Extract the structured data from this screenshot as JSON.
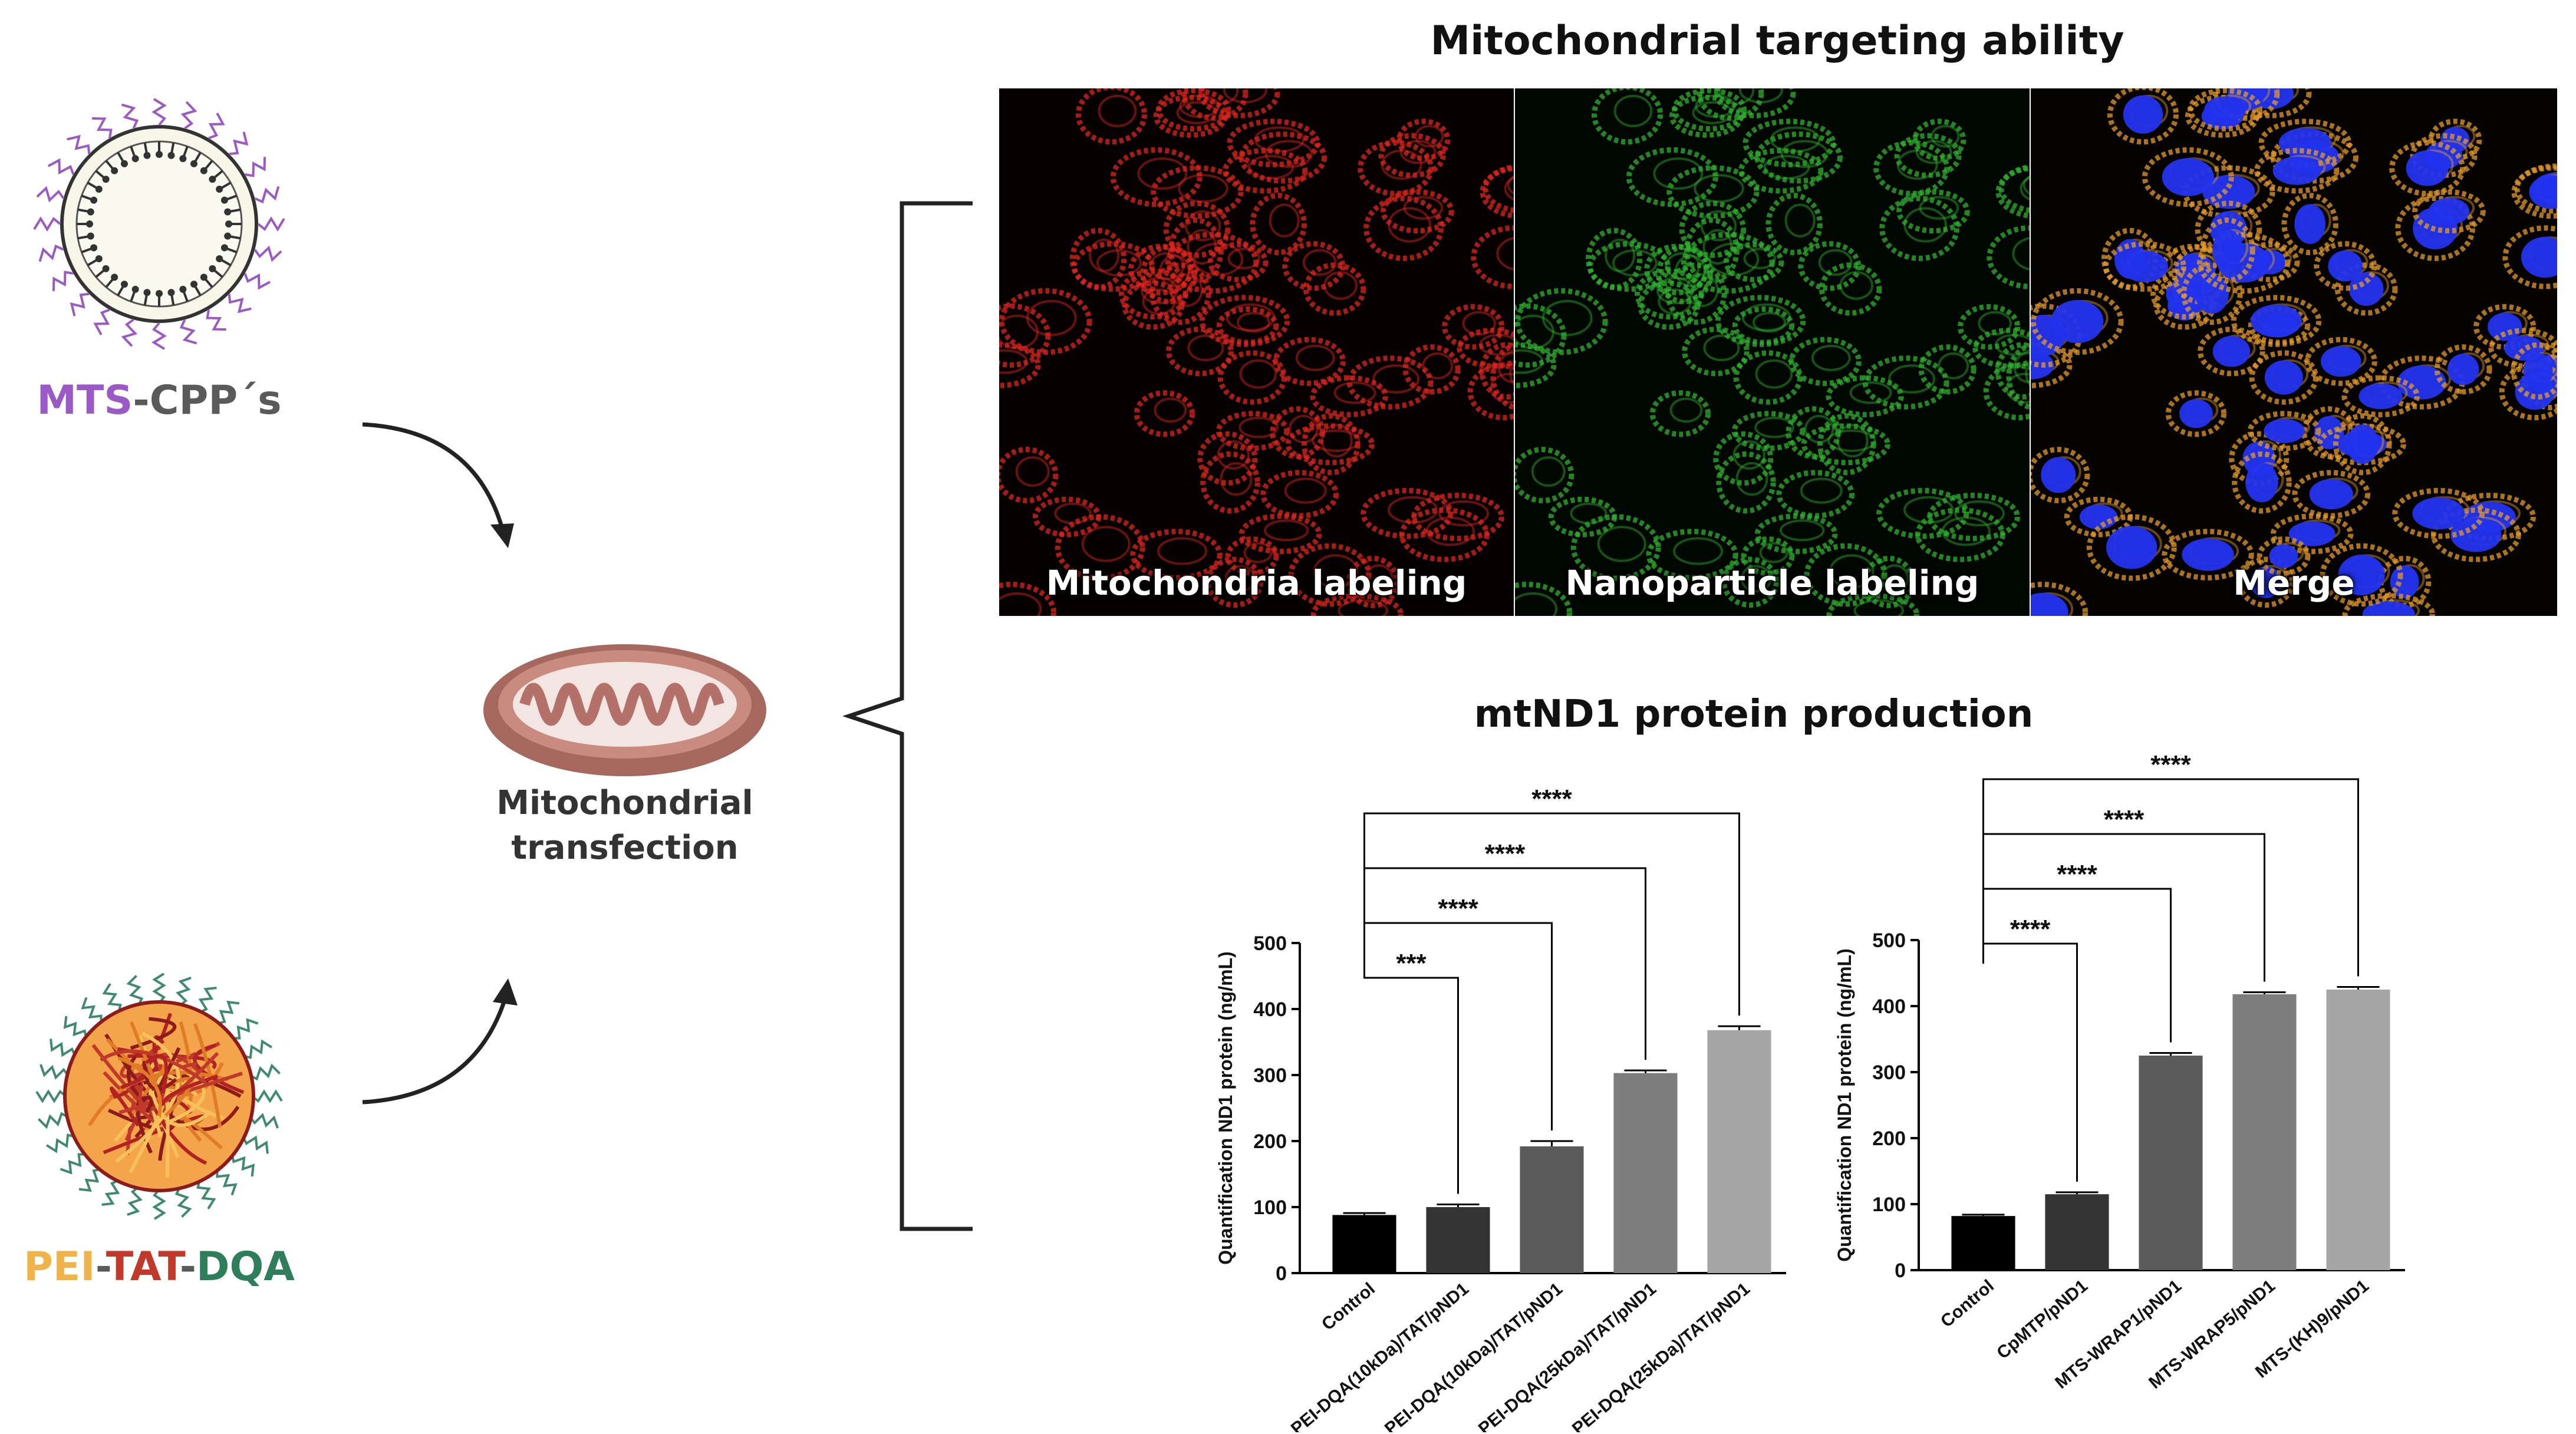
{
  "left": {
    "mts_cpp": {
      "part1": "MTS",
      "part2": "-CPP´s",
      "color1": "#9b59c6",
      "color2": "#5a5a5a"
    },
    "pei_tat_dqa": {
      "p1": "PEI",
      "d1": "-",
      "p2": "TAT",
      "d2": "-",
      "p3": "DQA",
      "c1": "#f0b34a",
      "c2": "#c0392b",
      "c3": "#2e7d5b"
    },
    "mitochondrion_label_line1": "Mitochondrial",
    "mitochondrion_label_line2": "transfection"
  },
  "microscopy": {
    "title": "Mitochondrial targeting ability",
    "panels": [
      {
        "label": "Mitochondria labeling",
        "color": "#e0261e"
      },
      {
        "label": "Nanoparticle labeling",
        "color": "#2fb12f"
      },
      {
        "label": "Merge",
        "color": "#e39a2a",
        "nucleus_color": "#2233ee"
      }
    ]
  },
  "production_title": "mtND1 protein production",
  "chart_data": [
    {
      "type": "bar",
      "ylabel": "Quantification ND1 protein (ng/mL)",
      "ylim": [
        0,
        500
      ],
      "yticks": [
        0,
        100,
        200,
        300,
        400,
        500
      ],
      "categories": [
        "Control",
        "PEI-DQA(10kDa)/TAT/pND1",
        "PEI-DQA(10kDa)/TAT/pND1",
        "PEI-DQA(25kDa)/TAT/pND1",
        "PEI-DQA(25kDa)/TAT/pND1"
      ],
      "values": [
        88,
        100,
        192,
        303,
        368
      ],
      "errors": [
        3,
        4,
        8,
        4,
        6
      ],
      "colors": [
        "#000000",
        "#333333",
        "#5a5a5a",
        "#7d7d7d",
        "#a6a6a6"
      ],
      "significance": [
        {
          "to": 1,
          "label": "***"
        },
        {
          "to": 2,
          "label": "****"
        },
        {
          "to": 3,
          "label": "****"
        },
        {
          "to": 4,
          "label": "****"
        }
      ]
    },
    {
      "type": "bar",
      "ylabel": "Quantification ND1 protein (ng/mL)",
      "ylim": [
        0,
        500
      ],
      "yticks": [
        0,
        100,
        200,
        300,
        400,
        500
      ],
      "categories": [
        "Control",
        "CpMTP/pND1",
        "MTS-WRAP1/pND1",
        "MTS-WRAP5/pND1",
        "MTS-(KH)9/pND1"
      ],
      "values": [
        82,
        115,
        325,
        418,
        425
      ],
      "errors": [
        2,
        3,
        4,
        3,
        4
      ],
      "colors": [
        "#000000",
        "#333333",
        "#5a5a5a",
        "#7d7d7d",
        "#a6a6a6"
      ],
      "significance": [
        {
          "to": 1,
          "label": "****"
        },
        {
          "to": 2,
          "label": "****"
        },
        {
          "to": 3,
          "label": "****"
        },
        {
          "to": 4,
          "label": "****"
        }
      ]
    }
  ]
}
